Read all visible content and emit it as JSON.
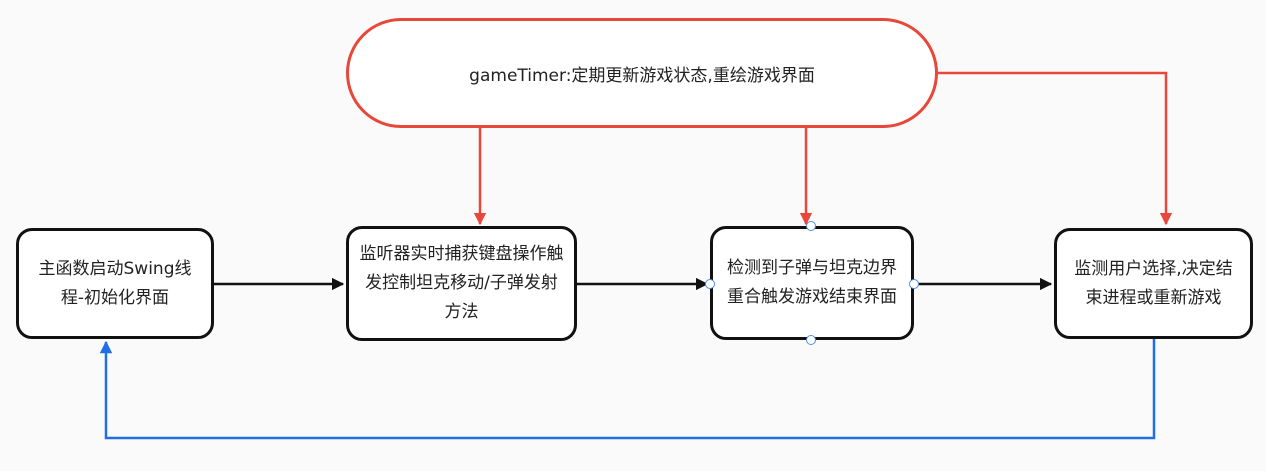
{
  "diagram": {
    "timer": {
      "label": "gameTimer:定期更新游戏状态,重绘游戏界面"
    },
    "nodes": [
      {
        "id": "init",
        "label": "主函数启动Swing线程-初始化界面"
      },
      {
        "id": "listener",
        "label": "监听器实时捕获键盘操作触发控制坦克移动/子弹发射方法"
      },
      {
        "id": "collision",
        "label": "检测到子弹与坦克边界重合触发游戏结束界面"
      },
      {
        "id": "choice",
        "label": "监测用户选择,决定结束进程或重新游戏"
      }
    ],
    "edges": [
      {
        "from": "init",
        "to": "listener"
      },
      {
        "from": "listener",
        "to": "collision"
      },
      {
        "from": "collision",
        "to": "choice"
      },
      {
        "from": "timer",
        "to": "listener"
      },
      {
        "from": "timer",
        "to": "collision"
      },
      {
        "from": "timer",
        "to": "choice"
      },
      {
        "from": "choice",
        "to": "init"
      }
    ],
    "colors": {
      "main_flow": "#111111",
      "timer": "#e8473a",
      "loop_back": "#1f6fe5"
    }
  }
}
